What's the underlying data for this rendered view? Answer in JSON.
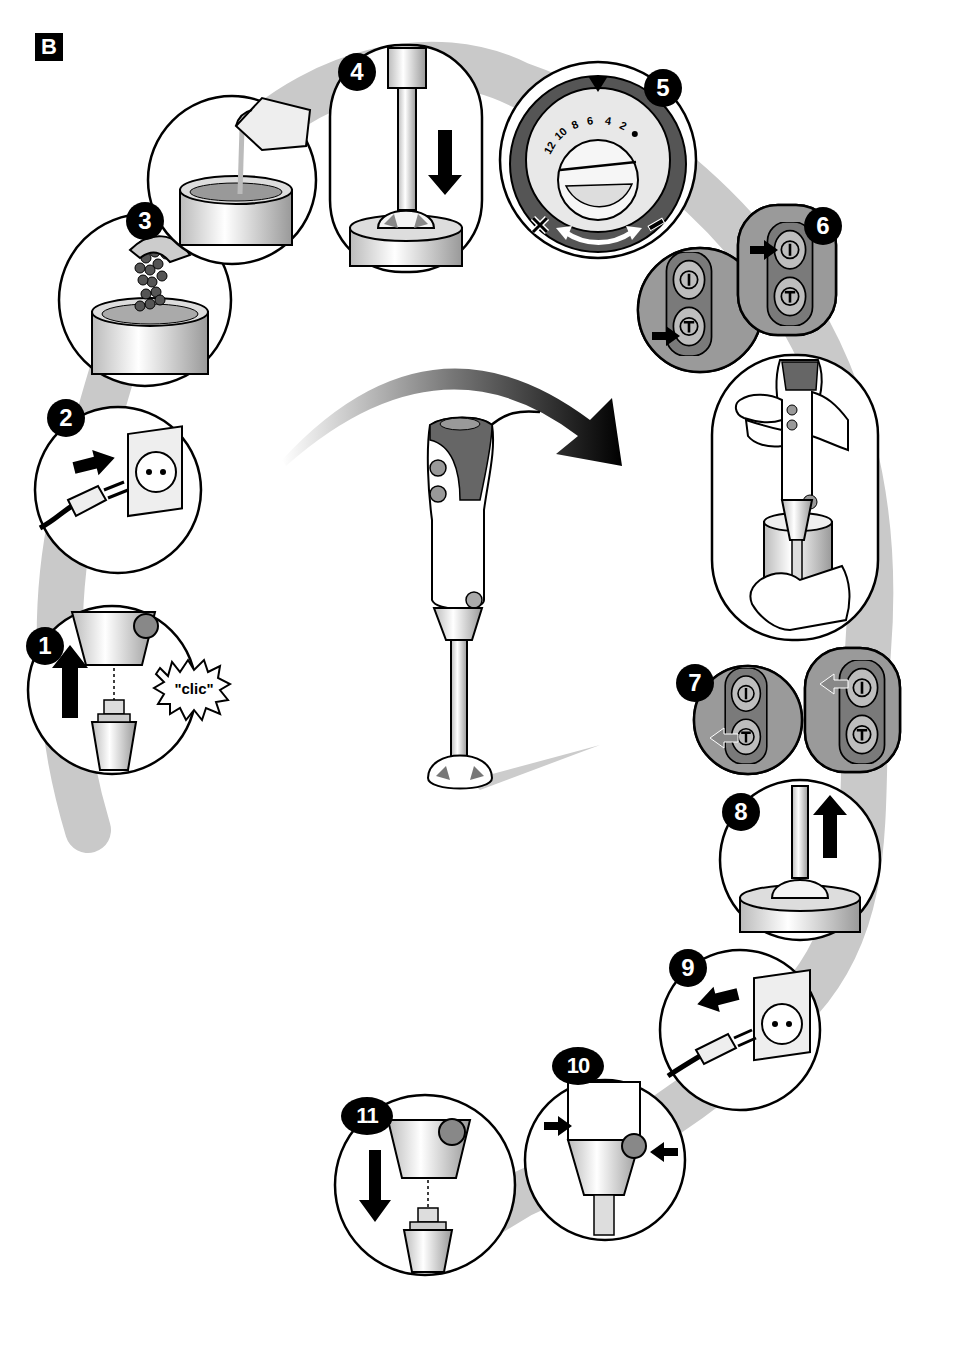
{
  "diagram": {
    "labels": [
      "B",
      "1",
      "\"clic\"",
      "2",
      "3",
      "4",
      "5",
      "12",
      "10",
      "8",
      "6",
      "4",
      "2",
      "6",
      "7",
      "8",
      "9",
      "10",
      "11"
    ]
  }
}
